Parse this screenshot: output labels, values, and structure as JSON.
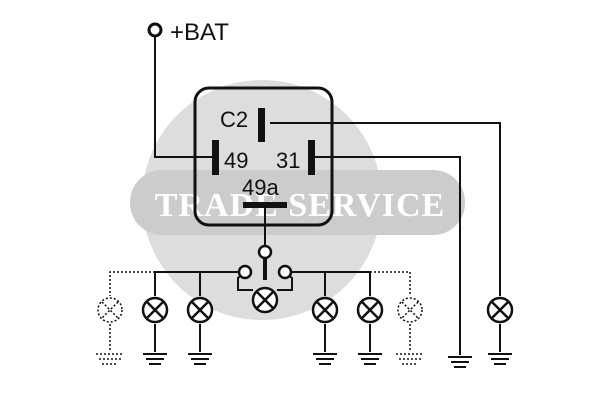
{
  "supply": {
    "label": "+BAT"
  },
  "relay": {
    "terminals": {
      "c2": "C2",
      "t49": "49",
      "t31": "31",
      "t49a": "49a"
    }
  },
  "watermark": {
    "text": "TRADE SERVICE"
  },
  "colors": {
    "line": "#111111",
    "watermark_disc": "#d9d9d9",
    "watermark_band": "#cfcfcf",
    "background": "#ffffff"
  },
  "icons": {
    "lamp": "lamp-icon",
    "ground": "ground-icon",
    "switch": "changeover-switch-icon"
  }
}
